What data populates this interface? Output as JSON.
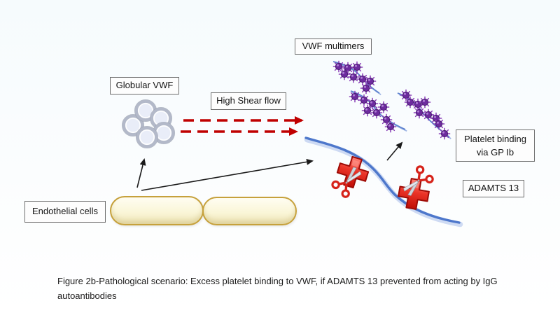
{
  "labels": {
    "vwf_multimers": "VWF multimers",
    "globular_vwf": "Globular VWF",
    "high_shear_flow": "High Shear flow",
    "platelet_binding": {
      "line1": "Platelet binding",
      "line2": "via GP Ib"
    },
    "adamts13": "ADAMTS 13",
    "endothelial_cells": "Endothelial cells"
  },
  "caption": "Figure 2b-Pathological scenario: Excess platelet binding to VWF, if ADAMTS 13 prevented from acting by IgG autoantibodies",
  "colors": {
    "shear_flow_arrow_red": "#c00000",
    "blocked_cross_red": "#e02b20",
    "vwf_string_blue": "#4d77cb",
    "platelet_purple": "#7030a0",
    "endothelial_fill": "#faf6d8",
    "endothelial_border": "#c6a13c",
    "label_box_border": "#6e6e6e",
    "black_arrow": "#1a1a1a"
  },
  "icons": {
    "platelet": "spiky-purple-circle",
    "blocked_adamts13": "red-cross-with-scissors",
    "globular_vwf_cluster": "silver-ring-cluster",
    "shear_flow": "red-dashed-arrows"
  }
}
